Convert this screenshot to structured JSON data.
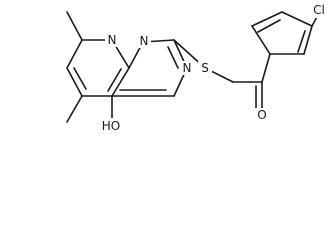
{
  "molecule": {
    "atom_labels": {
      "n_pyridine": "N",
      "n_pyrimidine_top": "N",
      "n_pyrimidine_bottom": "N",
      "sulfur": "S",
      "hydroxyl": "HO",
      "carbonyl_oxygen": "O",
      "chlorine": "Cl"
    },
    "colors": {
      "bond": "#1a1a1a",
      "label": "#1a1a1a",
      "background": "#ffffff"
    }
  }
}
